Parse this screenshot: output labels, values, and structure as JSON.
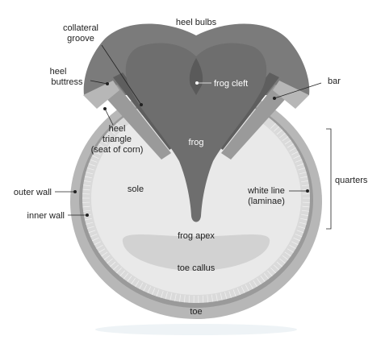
{
  "labels": {
    "heel_bulbs": "heel bulbs",
    "collateral_groove_1": "collateral",
    "collateral_groove_2": "groove",
    "heel_buttress_1": "heel",
    "heel_buttress_2": "buttress",
    "frog_cleft": "frog cleft",
    "bar": "bar",
    "heel_triangle_1": "heel",
    "heel_triangle_2": "triangle",
    "heel_triangle_3": "(seat of corn)",
    "frog": "frog",
    "quarters": "quarters",
    "outer_wall": "outer wall",
    "sole": "sole",
    "white_line_1": "white line",
    "white_line_2": "(laminae)",
    "inner_wall": "inner wall",
    "frog_apex": "frog apex",
    "toe_callus": "toe callus",
    "toe": "toe"
  },
  "colors": {
    "heel_bulbs": "#7b7b7b",
    "outer_wall": "#b7b7b7",
    "inner_wall": "#9a9a9a",
    "white_line": "#dadada",
    "sole": "#e9e9e9",
    "frog": "#6e6e6e",
    "frog_cleft": "#5a5a5a",
    "toe_callus": "#d2d2d2",
    "shadow": "#eef3f6"
  }
}
